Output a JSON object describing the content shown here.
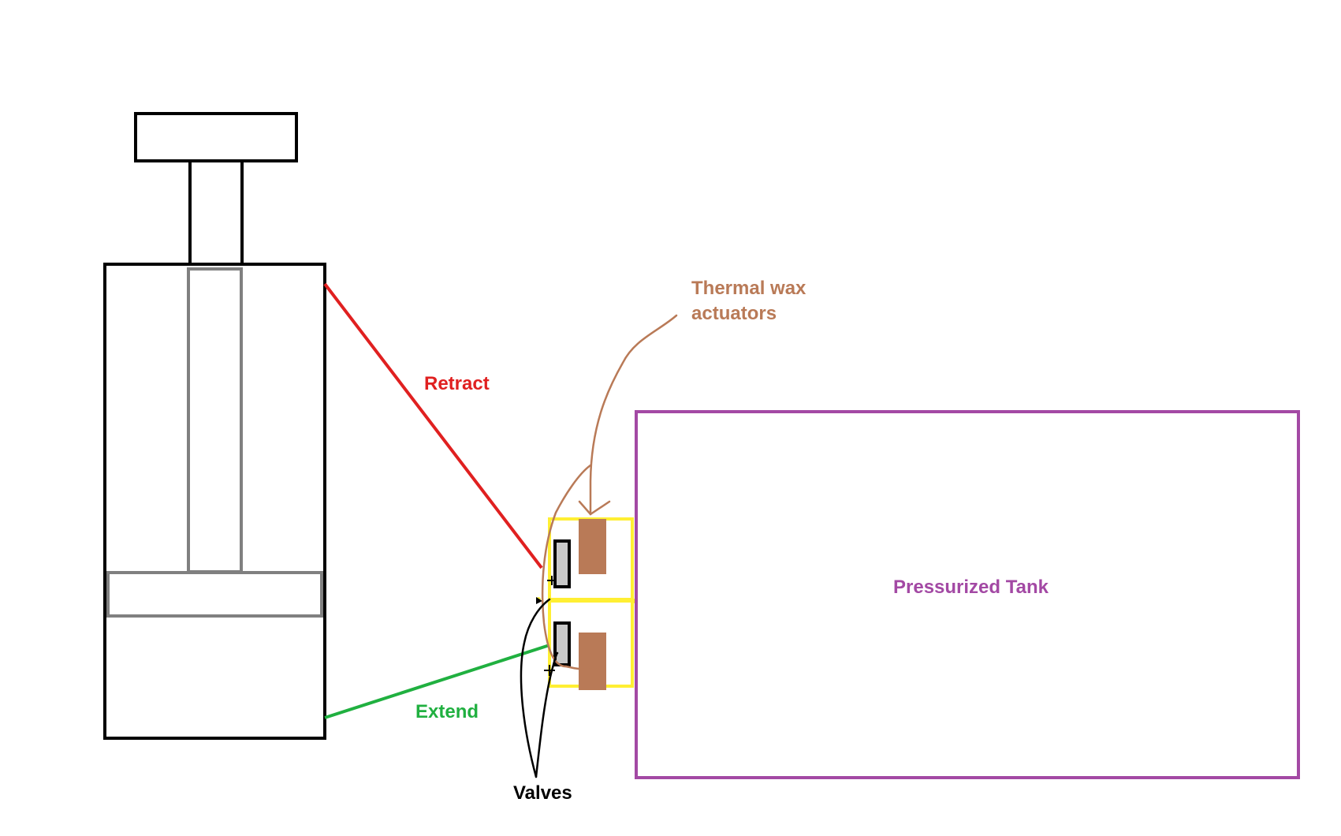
{
  "labels": {
    "retract": "Retract",
    "extend": "Extend",
    "thermal_line1": "Thermal wax",
    "thermal_line2": "actuators",
    "valves": "Valves",
    "tank": "Pressurized Tank"
  },
  "colors": {
    "cylinder": "#000000",
    "piston": "#808080",
    "retract_line": "#e02020",
    "extend_line": "#20b040",
    "thermal": "#b97a57",
    "valve_box": "#ffef33",
    "valve": "#c8c8c8",
    "tank": "#a349a4",
    "valves_label": "#000000"
  }
}
